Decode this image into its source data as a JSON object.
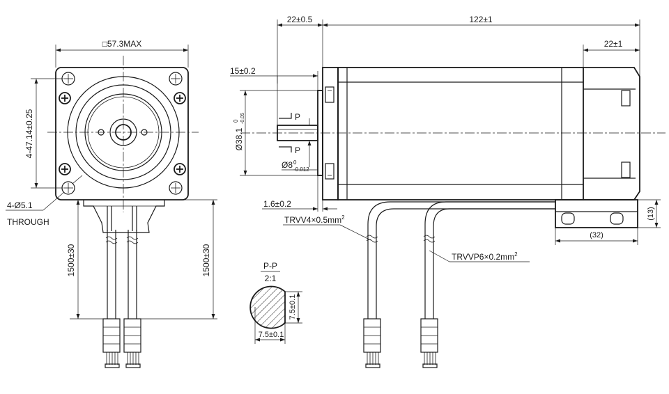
{
  "front_view": {
    "flange_square": "□57.3MAX",
    "hole_spacing": "4-47.14±0.25",
    "mount_holes": "4-Ø5.1",
    "through": "THROUGH",
    "cable_length_left": "1500±30",
    "cable_length_right": "1500±30"
  },
  "side_view": {
    "flange_to_body": "22±0.5",
    "body_length": "122±1",
    "rear_length": "22±1",
    "shaft_length": "15±0.2",
    "pilot_diameter": "Ø38.1",
    "pilot_tol_upper": "0",
    "pilot_tol_lower": "-0.05",
    "shaft_diameter": "Ø8",
    "shaft_tol_upper": "0",
    "shaft_tol_lower": "-0.012",
    "section_mark": "P",
    "pilot_thickness": "1.6±0.2",
    "cable_power": "TRVV4×0.5mm",
    "cable_power_sup": "2",
    "cable_encoder": "TRVVP6×0.2mm",
    "cable_encoder_sup": "2",
    "encoder_height": "(13)",
    "encoder_width": "(32)"
  },
  "section": {
    "title": "P-P",
    "scale": "2:1",
    "flat_height": "7.5±0.1",
    "flat_width": "7.5±0.1"
  }
}
